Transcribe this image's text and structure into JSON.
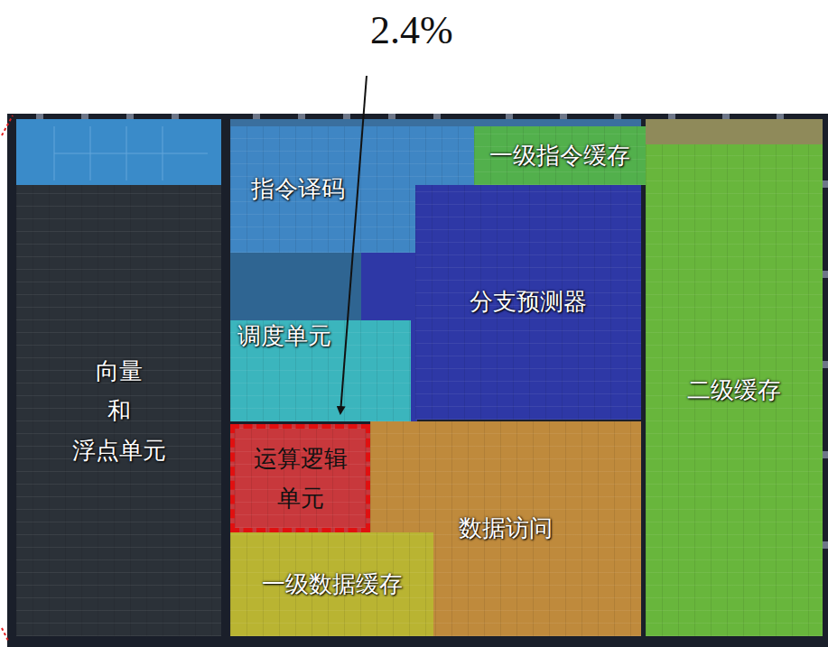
{
  "diagram": {
    "nodes": [
      {
        "text": [
          "指令译码"
        ]
      },
      {
        "text": [
          "一级指令缓存"
        ]
      },
      {
        "text": [
          "分支预测器"
        ]
      },
      {
        "text": [
          "向量 和 浮点单元"
        ]
      },
      {
        "text": [
          "调度单元"
        ]
      },
      {
        "text": [
          "二级缓存"
        ]
      },
      {
        "text": [
          "运算逻辑 单元"
        ]
      },
      {
        "text": [
          "数据访问"
        ]
      },
      {
        "text": [
          "一级数据缓存"
        ]
      }
    ],
    "labels": [
      "2.4%"
    ]
  }
}
